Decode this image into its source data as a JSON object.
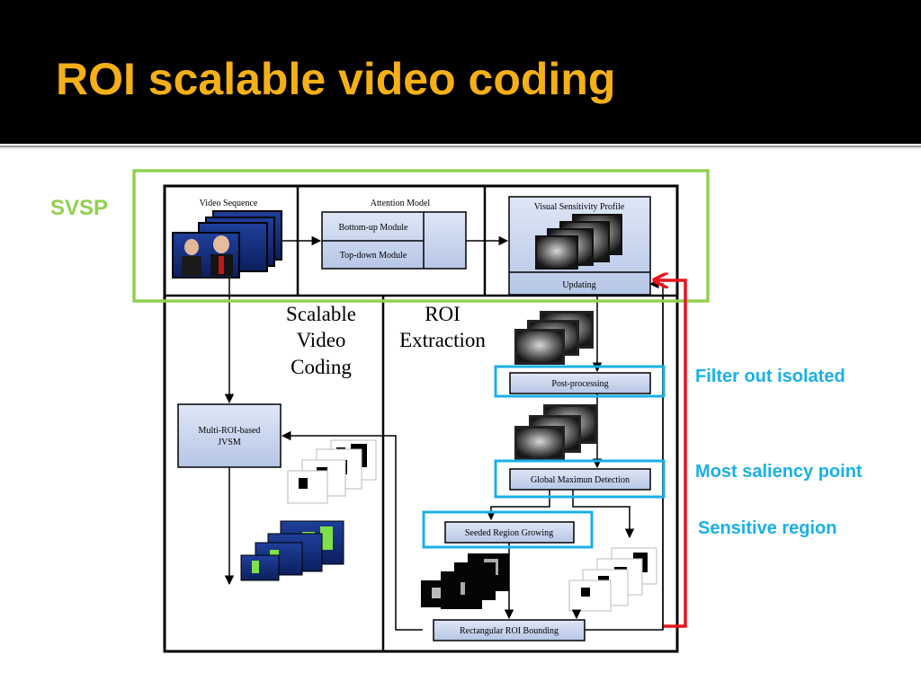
{
  "slide": {
    "title": "ROI scalable video coding",
    "svsp_label": "SVSP",
    "annotations": [
      "Filter out isolated",
      "Most saliency point",
      "Sensitive region"
    ]
  },
  "diagram": {
    "video_sequence": "Video Sequence",
    "attention_model": "Attention Model",
    "bottom_up": "Bottom-up Module",
    "top_down": "Top-down Module",
    "visual_sensitivity_profile": "Visual Sensitivity Profile",
    "updating": "Updating",
    "scalable_video_coding": [
      "Scalable",
      "Video",
      "Coding"
    ],
    "roi_extraction": [
      "ROI",
      "Extraction"
    ],
    "post_processing": "Post-processing",
    "global_max": "Global Maximun Detection",
    "seeded_region": "Seeded Region Growing",
    "rect_roi": "Rectangular ROI Bounding",
    "jvsm": [
      "Multi-ROI-based",
      "JVSM"
    ]
  },
  "colors": {
    "title": "#f5b017",
    "green_box": "#92d050",
    "blue_box": "#1ab0e8",
    "red_arrow": "#e8141a",
    "annotation": "#1ab0e8",
    "module_fill": "#c9d6ee"
  }
}
